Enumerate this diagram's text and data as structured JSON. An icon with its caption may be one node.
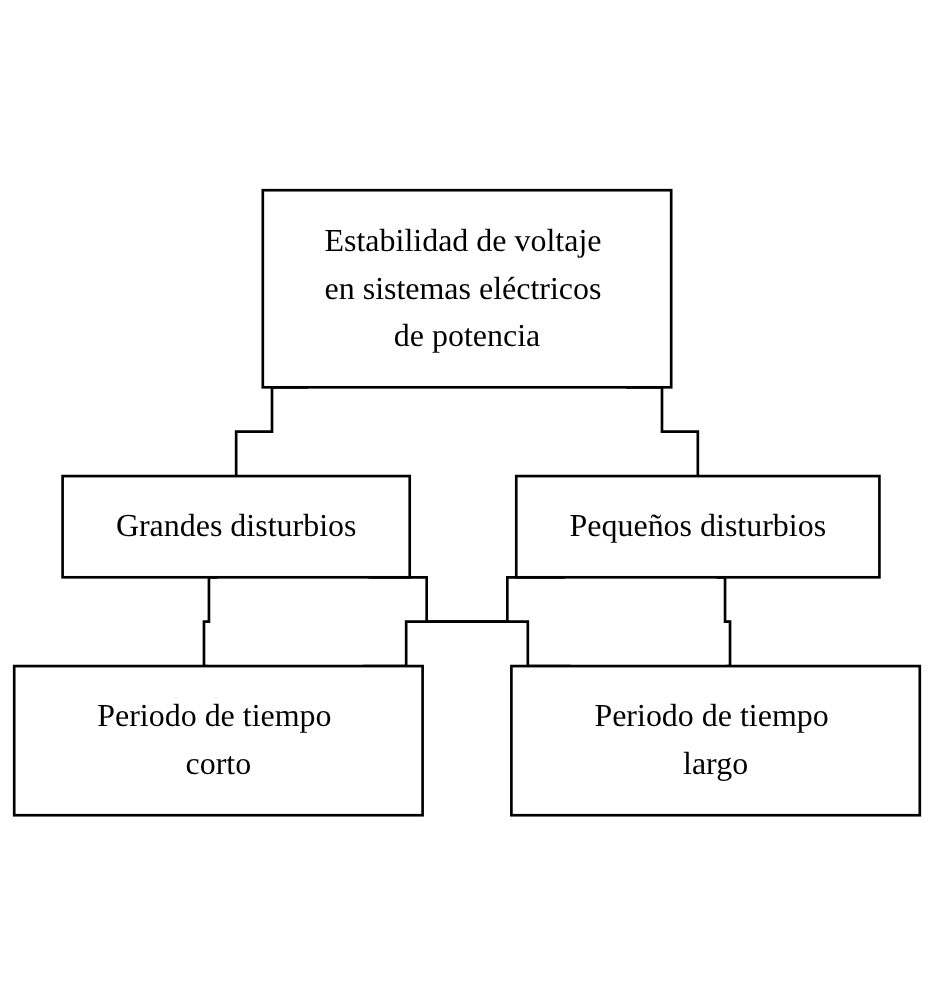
{
  "diagram": {
    "nodes": [
      {
        "text": [
          "Estabilidad de voltaje en sistemas eléctricos de potencia"
        ]
      },
      {
        "text": [
          "Grandes disturbios"
        ]
      },
      {
        "text": [
          "Pequeños disturbios"
        ]
      },
      {
        "text": [
          "Periodo de tiempo corto"
        ]
      },
      {
        "text": [
          "Periodo de tiempo largo"
        ]
      }
    ],
    "edges": [
      {
        "from": 0,
        "to": 1,
        "arrow": "none"
      },
      {
        "from": 0,
        "to": 2,
        "arrow": "none"
      },
      {
        "from": 1,
        "to": 3,
        "arrow": "none"
      },
      {
        "from": 1,
        "to": 4,
        "arrow": "none"
      },
      {
        "from": 2,
        "to": 3,
        "arrow": "none"
      },
      {
        "from": 2,
        "to": 4,
        "arrow": "none"
      }
    ]
  }
}
